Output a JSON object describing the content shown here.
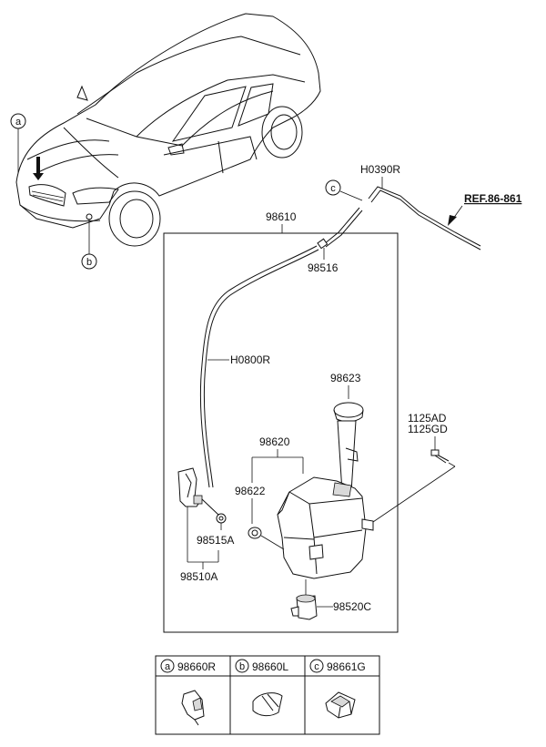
{
  "callouts": {
    "a": "a",
    "b": "b",
    "c": "c"
  },
  "parts": {
    "hose_outer": "H0390R",
    "ref": "REF.86-861",
    "assembly": "98610",
    "connector": "98516",
    "hose_inner": "H0800R",
    "cap": "98623",
    "bolt_1": "1125AD",
    "bolt_2": "1125GD",
    "reservoir": "98620",
    "grommet": "98622",
    "pump_seal": "98515A",
    "pump": "98510A",
    "motor": "98520C"
  },
  "legend": [
    {
      "key": "a",
      "part": "98660R",
      "icon": "nozzle-right-icon"
    },
    {
      "key": "b",
      "part": "98660L",
      "icon": "nozzle-left-icon"
    },
    {
      "key": "c",
      "part": "98661G",
      "icon": "hose-clip-icon"
    }
  ]
}
